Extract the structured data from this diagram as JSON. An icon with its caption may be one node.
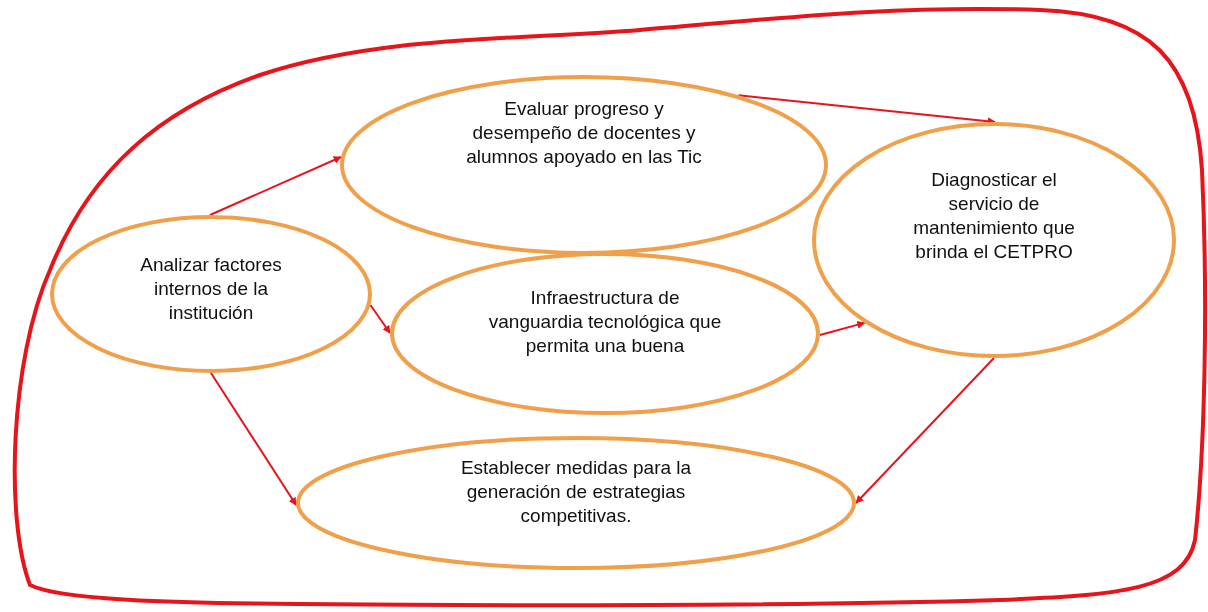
{
  "diagram": {
    "nodes": [
      {
        "text": [],
        "shape": "cloud"
      },
      {
        "text": [
          "Analizar factores internos de la institución"
        ],
        "in": 0
      },
      {
        "text": [
          "Evaluar progreso y desempeño de docentes y alumnos apoyado en las Tic"
        ],
        "in": 0
      },
      {
        "text": [
          "Infraestructura de vanguardia tecnológica que permita una buena"
        ],
        "in": 0
      },
      {
        "text": [
          "Diagnosticar el servicio de mantenimiento que brinda el CETPRO"
        ],
        "in": 0
      },
      {
        "text": [
          "Establecer medidas para la generación de estrategias competitivas."
        ],
        "in": 0
      }
    ],
    "edges": [
      {
        "from": 1,
        "to": 2,
        "arrow": "to"
      },
      {
        "from": 1,
        "to": 3,
        "arrow": "to"
      },
      {
        "from": 1,
        "to": 5,
        "arrow": "to"
      },
      {
        "from": 2,
        "to": 4,
        "arrow": "to"
      },
      {
        "from": 3,
        "to": 4,
        "arrow": "to"
      },
      {
        "from": 4,
        "to": 5,
        "arrow": "to"
      }
    ]
  }
}
